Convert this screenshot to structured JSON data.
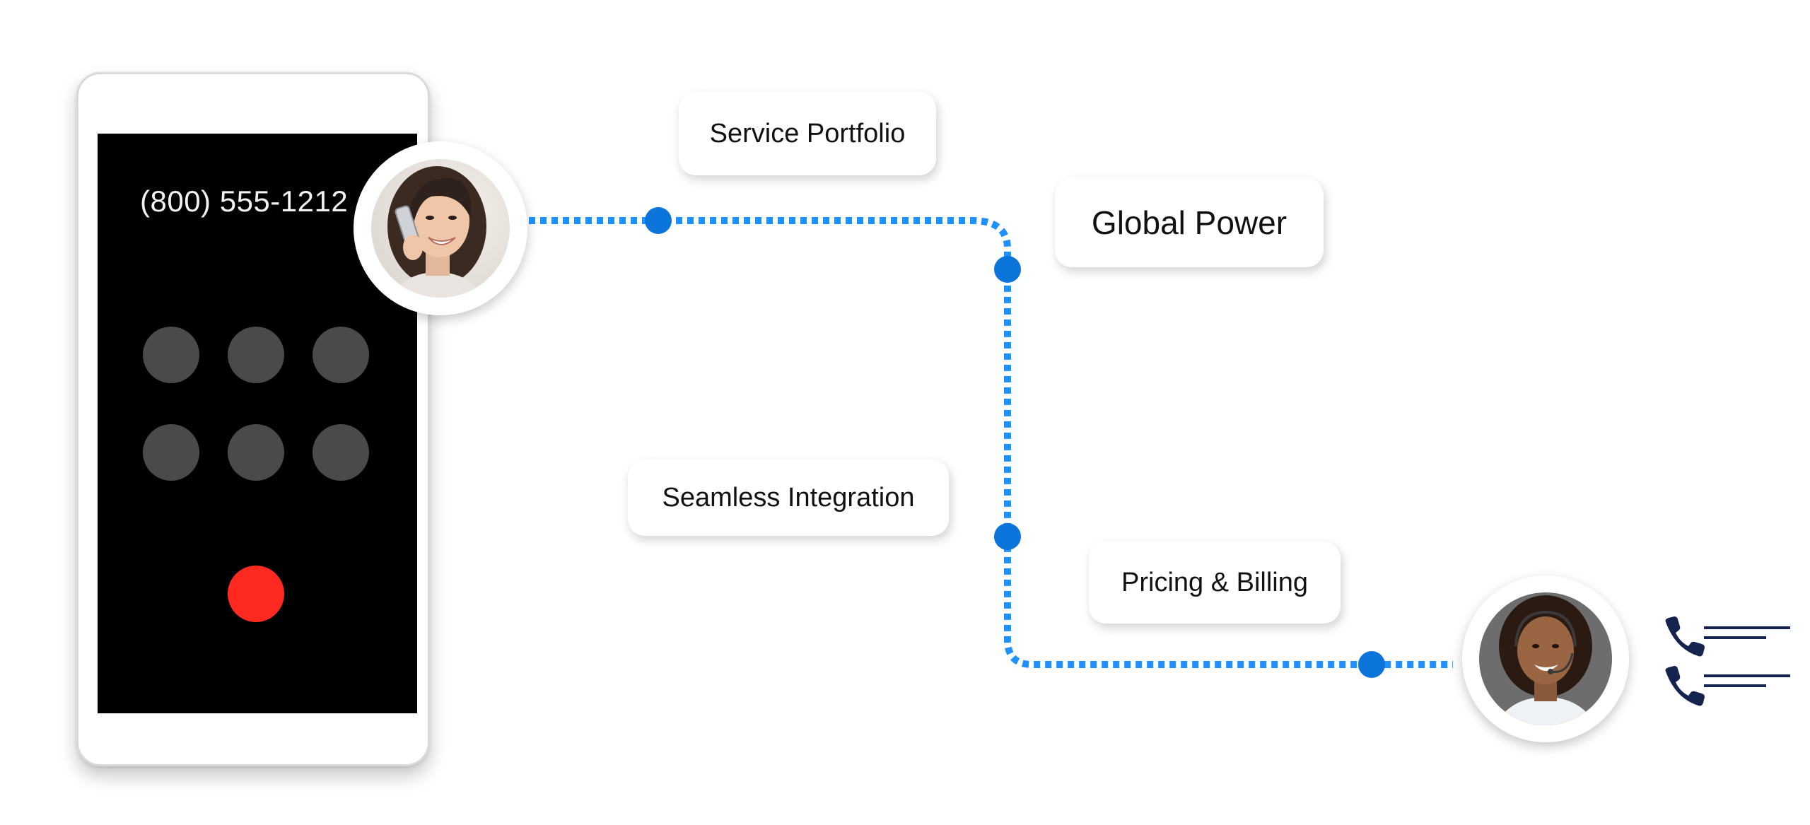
{
  "phone": {
    "number": "(800) 555-1212"
  },
  "callouts": [
    {
      "id": "service-portfolio",
      "label": "Service Portfolio"
    },
    {
      "id": "global-power",
      "label": "Global Power"
    },
    {
      "id": "seamless-integration",
      "label": "Seamless Integration"
    },
    {
      "id": "pricing-billing",
      "label": "Pricing & Billing"
    }
  ],
  "colors": {
    "connector": "#1e90ff",
    "node": "#0a74da",
    "end_call": "#ff2a1f",
    "phone_icon": "#14244f"
  },
  "icons": [
    "caller-avatar",
    "agent-avatar",
    "phone-icon",
    "phone-icon"
  ]
}
